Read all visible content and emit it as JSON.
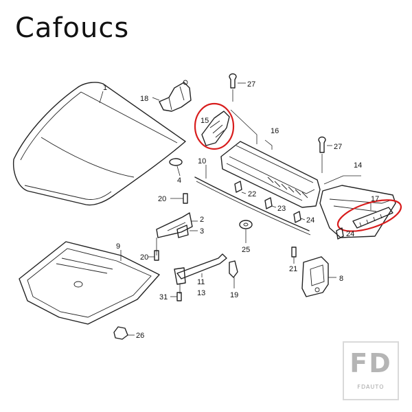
{
  "brand": "Cafoucs",
  "parts": {
    "p1": "1",
    "p2": "2",
    "p3": "3",
    "p4": "4",
    "p8": "8",
    "p9": "9",
    "p10": "10",
    "p11": "11",
    "p13": "13",
    "p14": "14",
    "p15": "15",
    "p16": "16",
    "p17": "17",
    "p18": "18",
    "p19": "19",
    "p20a": "20",
    "p20b": "20",
    "p21": "21",
    "p22": "22",
    "p23": "23",
    "p24a": "24",
    "p24b": "24",
    "p25": "25",
    "p26": "26",
    "p27a": "27",
    "p27b": "27",
    "p31": "31"
  },
  "highlight_color": "#d81d1d",
  "logo": {
    "main": "FD",
    "sub": "FDAUTO"
  }
}
